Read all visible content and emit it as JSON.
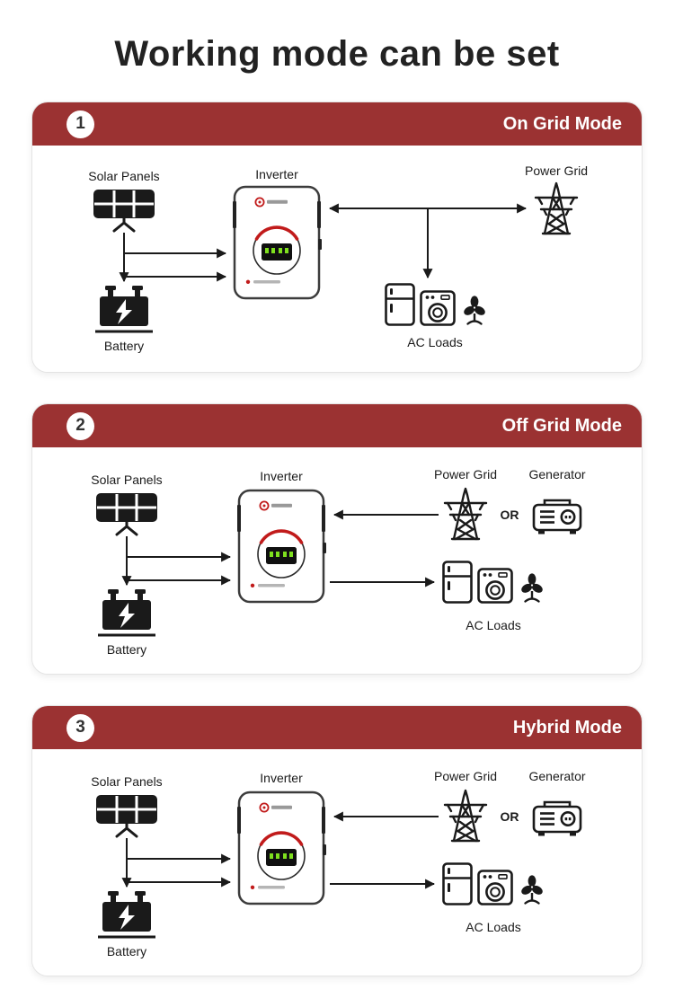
{
  "page": {
    "title": "Working mode can be set"
  },
  "colors": {
    "header_red": "#9B3232",
    "badge_text": "#333333",
    "icon_ink": "#1A1A1A",
    "inverter_accent_red": "#C11B1B",
    "inverter_display_green": "#7FE01E"
  },
  "modes": [
    {
      "number": "1",
      "title": "On Grid Mode",
      "labels": {
        "solar": "Solar Panels",
        "inverter": "Inverter",
        "grid": "Power Grid",
        "ac_loads": "AC Loads",
        "battery": "Battery"
      }
    },
    {
      "number": "2",
      "title": "Off Grid Mode",
      "labels": {
        "solar": "Solar Panels",
        "inverter": "Inverter",
        "grid": "Power Grid",
        "generator": "Generator",
        "or": "OR",
        "ac_loads": "AC Loads",
        "battery": "Battery"
      }
    },
    {
      "number": "3",
      "title": "Hybrid Mode",
      "labels": {
        "solar": "Solar Panels",
        "inverter": "Inverter",
        "grid": "Power Grid",
        "generator": "Generator",
        "or": "OR",
        "ac_loads": "AC Loads",
        "battery": "Battery"
      }
    }
  ]
}
